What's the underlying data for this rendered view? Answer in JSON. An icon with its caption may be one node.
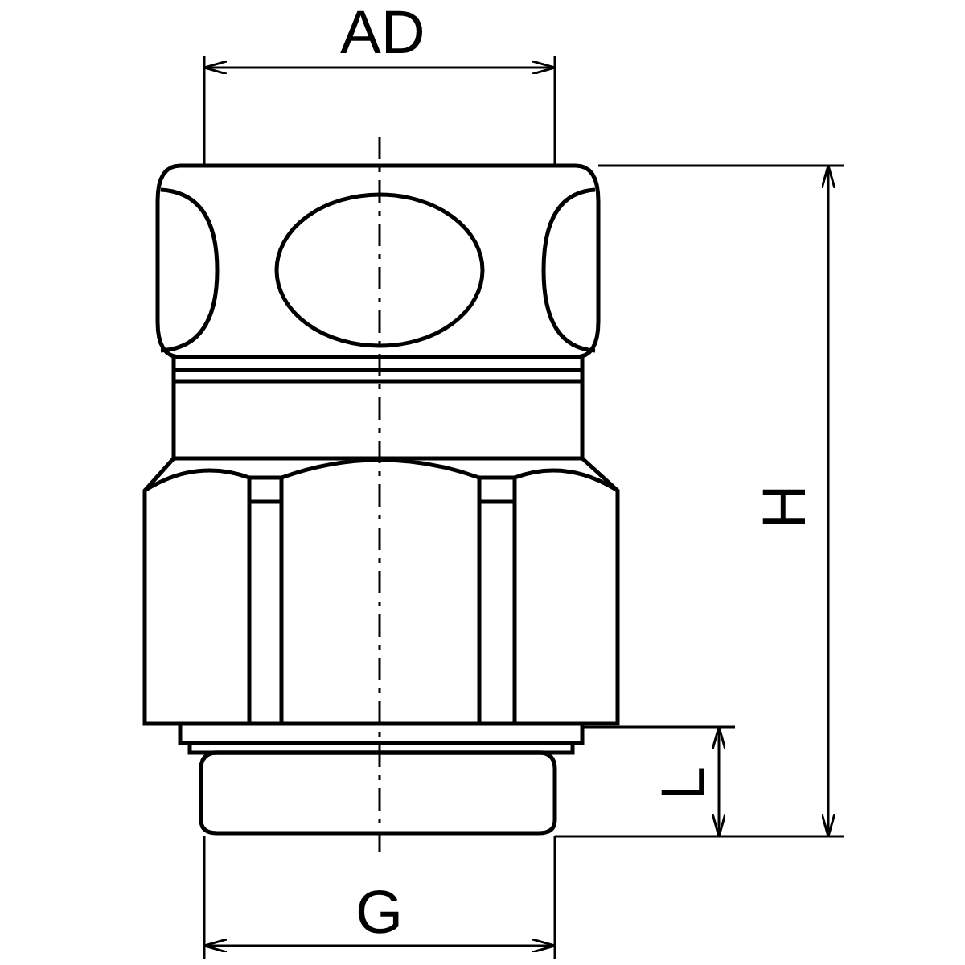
{
  "diagram": {
    "labels": [
      "AD",
      "H",
      "L",
      "G"
    ]
  }
}
